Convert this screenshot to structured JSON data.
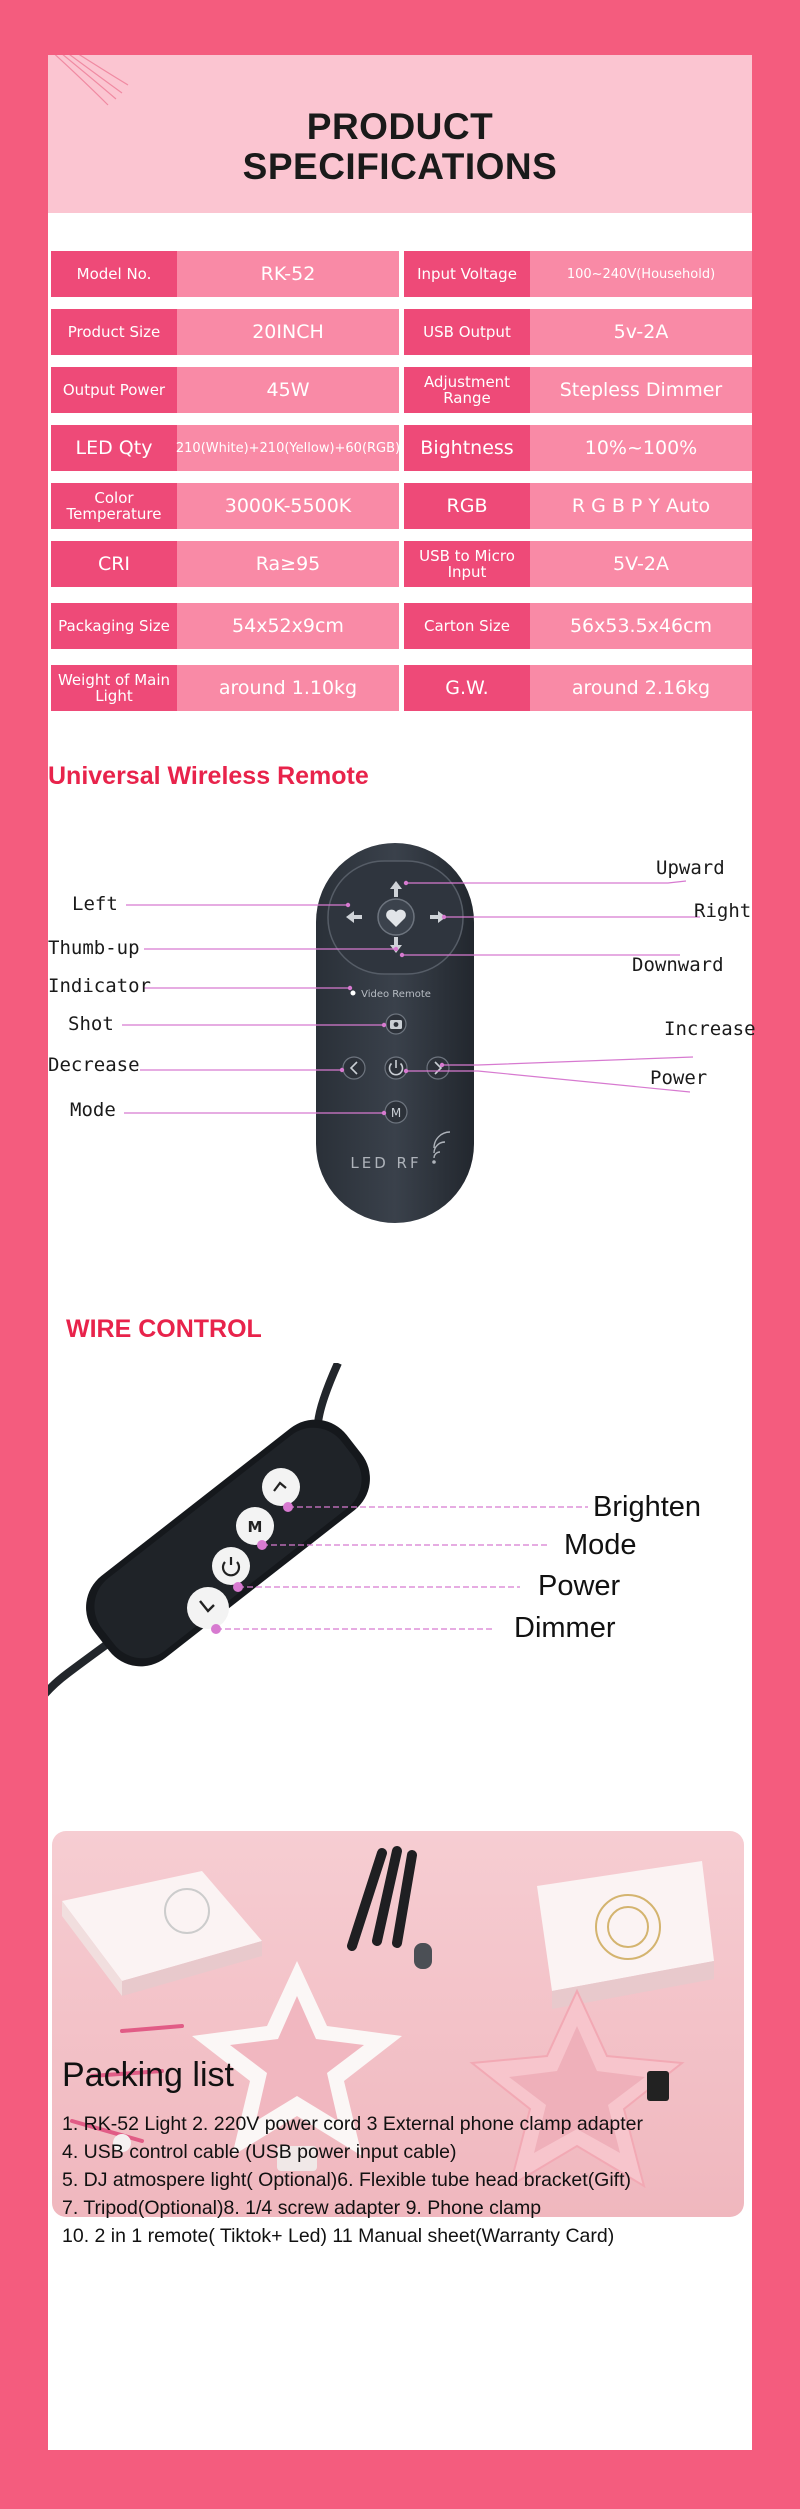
{
  "header": {
    "title_line1": "PRODUCT",
    "title_line2": "SPECIFICATIONS"
  },
  "specs": [
    {
      "l1": "Model No.",
      "v1": "RK-52",
      "l2": "Input Voltage",
      "v2": "100~240V(Household)"
    },
    {
      "l1": "Product Size",
      "v1": "20INCH",
      "l2": "USB Output",
      "v2": "5v-2A"
    },
    {
      "l1": "Output Power",
      "v1": "45W",
      "l2": "Adjustment Range",
      "v2": "Stepless Dimmer"
    },
    {
      "l1": "LED Qty",
      "v1": "210(White)+210(Yellow)+60(RGB)",
      "l2": "Bightness",
      "v2": "10%~100%"
    },
    {
      "l1": "Color Temperature",
      "v1": "3000K-5500K",
      "l2": "RGB",
      "v2": "R G B P Y Auto"
    },
    {
      "l1": "CRI",
      "v1": "Ra≥95",
      "l2": "USB to Micro Input",
      "v2": "5V-2A"
    },
    {
      "l1": "Packaging Size",
      "v1": "54x52x9cm",
      "l2": "Carton Size",
      "v2": "56x53.5x46cm"
    },
    {
      "l1": "Weight of Main Light",
      "v1": "around 1.10kg",
      "l2": "G.W.",
      "v2": "around 2.16kg"
    }
  ],
  "remote": {
    "title": "Universal Wireless Remote",
    "device_label": "Video  Remote",
    "device_brand": "LED  RF",
    "labels": {
      "left": "Left",
      "thumb_up": "Thumb-up",
      "indicator": "Indicator",
      "shot": "Shot",
      "decrease": "Decrease",
      "mode": "Mode",
      "upward": "Upward",
      "right": "Right",
      "downward": "Downward",
      "increase": "Increase",
      "power": "Power"
    }
  },
  "wire": {
    "title": "WIRE CONTROL",
    "labels": {
      "brighten": "Brighten",
      "mode": "Mode",
      "power": "Power",
      "dimmer": "Dimmer"
    }
  },
  "packing": {
    "title": "Packing list",
    "lines": [
      "1. RK-52 Light   2. 220V power cord  3 External phone clamp adapter",
      "4. USB control cable (USB power input cable)",
      "5. DJ atmospere light( Optional)6. Flexible tube head bracket(Gift)",
      "7. Tripod(Optional)8. 1/4 screw adapter 9. Phone clamp",
      "10. 2 in 1 remote( Tiktok+ Led) 11 Manual sheet(Warranty Card)"
    ]
  },
  "colors": {
    "background": "#f45c7e",
    "header_bg": "#fbc5d1",
    "label_cell": "#ee4a78",
    "value_cell": "#f98aa6",
    "heading": "#e8234b",
    "callout_line": "#d77ad0"
  }
}
